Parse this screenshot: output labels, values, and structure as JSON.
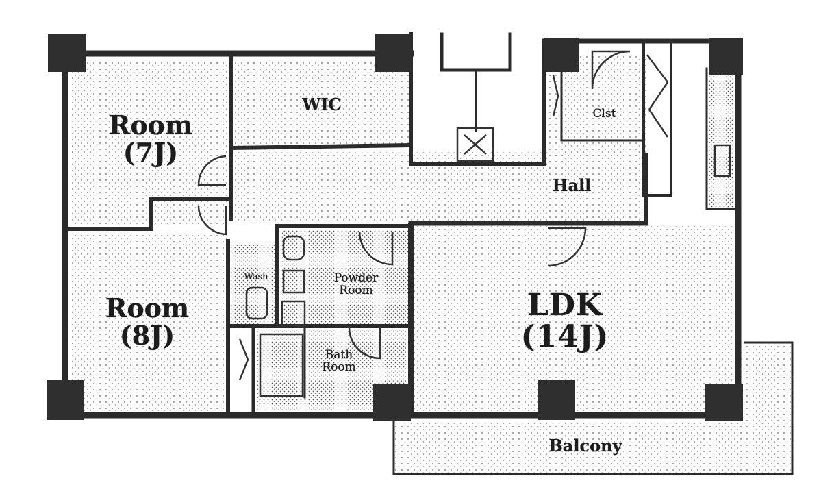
{
  "plan": {
    "rooms": [
      {
        "id": "room-7",
        "label": "Room\n(7J)"
      },
      {
        "id": "room-8",
        "label": "Room\n(8J)"
      },
      {
        "id": "wic",
        "label": "WIC"
      },
      {
        "id": "cl",
        "label": "Clst"
      },
      {
        "id": "hall",
        "label": "Hall"
      },
      {
        "id": "wash",
        "label": "Wash"
      },
      {
        "id": "powder",
        "label": "Powder\nRoom"
      },
      {
        "id": "bath",
        "label": "Bath\nRoom"
      },
      {
        "id": "ldk",
        "label": "LDK\n(14J)"
      },
      {
        "id": "balcony",
        "label": "Balcony"
      }
    ]
  }
}
